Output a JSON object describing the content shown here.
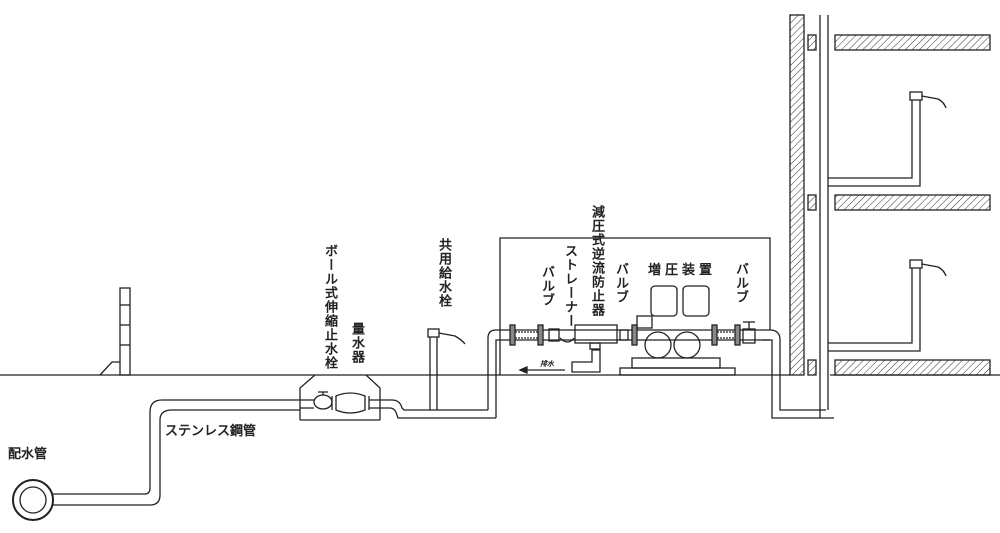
{
  "labels": {
    "distribution_main": "配水管",
    "stainless_pipe": "ステンレス鋼管",
    "ball_stop_valve": "ボール式伸縮止水栓",
    "water_meter": "量水器",
    "shared_faucet": "共用給水栓",
    "backflow_preventer": "減圧式逆流防止器",
    "strainer": "ストレーナー",
    "valve_left": "バルブ",
    "valve_mid": "バルブ",
    "booster": "増圧装置",
    "valve_right": "バルブ",
    "drain": "排水"
  },
  "colors": {
    "line": "#222222",
    "background": "#ffffff"
  }
}
